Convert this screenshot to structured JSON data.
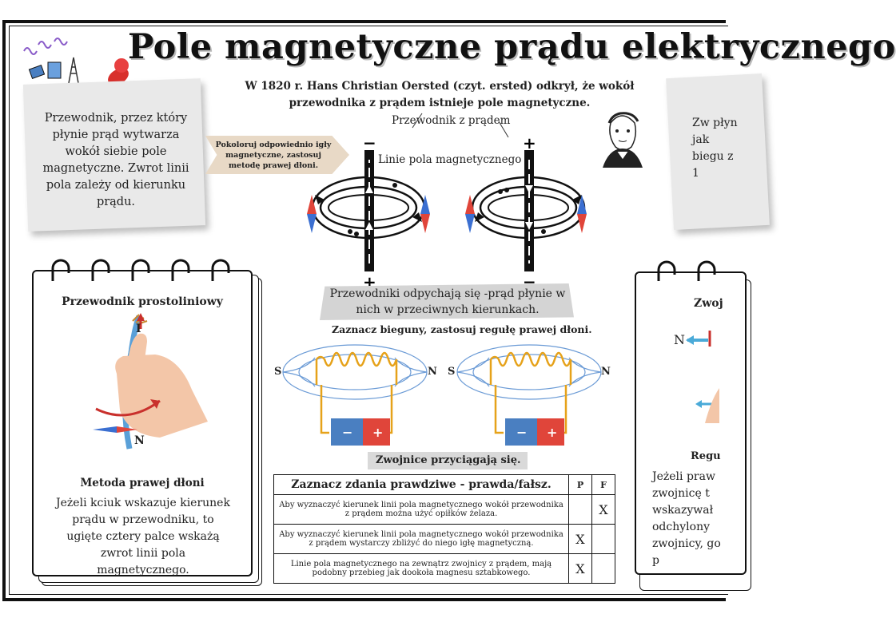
{
  "title": "Pole magnetyczne prądu elektrycznego",
  "intro": "W 1820 r. Hans Christian Oersted (czyt. ersted) odkrył, że wokół przewodnika z prądem istnieje pole magnetyczne.",
  "note_left": "Przewodnik, przez który płynie prąd wytwarza wokół siebie pole magnetyczne. Zwrot linii pola zależy od kierunku prądu.",
  "note_right": "Zw płyn jak biegu z 1",
  "arrow_label": "Pokoloruj odpowiednio igły magnetyczne, zastosuj metodę prawej dłoni.",
  "conductor_label": "Przewodnik z prądem",
  "field_lines_label": "Linie pola magnetycznego",
  "banner": "Przewodniki odpychają się -prąd płynie w nich w przeciwnych kierunkach.",
  "coil_task": "Zaznacz bieguny, zastosuj regułę prawej dłoni.",
  "coil_left": {
    "s": "S",
    "n": "N"
  },
  "coil_right": {
    "s": "S",
    "n": "N"
  },
  "coils_attract": "Zwojnice przyciągają się.",
  "left_notebook": {
    "title": "Przewodnik prostoliniowy",
    "current_label": "I",
    "north_label": "N",
    "method_title": "Metoda prawej dłoni",
    "method_text": "Jeżeli kciuk wskazuje kierunek prądu w przewodniku, to ugięte cztery palce wskażą zwrot linii pola magnetycznego."
  },
  "right_notebook": {
    "title": "Zwoj",
    "n_label": "N",
    "rule_title": "Regu",
    "rule_text": "Jeżeli praw zwojnicę t wskazywał odchylony zwojnicy, go p"
  },
  "table": {
    "header": "Zaznacz zdania prawdziwe - prawda/fałsz.",
    "col_p": "P",
    "col_f": "F",
    "rows": [
      {
        "text": "Aby wyznaczyć kierunek linii pola magnetycznego wokół przewodnika z prądem można użyć opiłków żelaza.",
        "p": "",
        "f": "X"
      },
      {
        "text": "Aby wyznaczyć kierunek linii pola magnetycznego wokół przewodnika z prądem wystarczy zbliżyć do niego igłę magnetyczną.",
        "p": "X",
        "f": ""
      },
      {
        "text": "Linie pola magnetycznego na zewnątrz zwojnicy z prądem, mają podobny przebieg jak dookoła magnesu sztabkowego.",
        "p": "X",
        "f": ""
      }
    ]
  },
  "signs": {
    "minus": "−",
    "plus": "+"
  },
  "colors": {
    "note": "#e9e9e9",
    "arrow_label": "#e8d9c6",
    "banner": "#d4d4d4",
    "coil": "#e6a21a",
    "battery_blue": "#4a7fc1",
    "battery_red": "#e0453a",
    "needle_red": "#e0453a",
    "needle_blue": "#3b6fd1"
  }
}
